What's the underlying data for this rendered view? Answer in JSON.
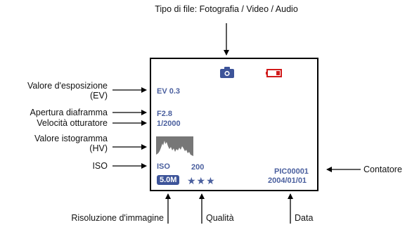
{
  "labels": {
    "file_type": "Tipo di file: Fotografia / Video / Audio",
    "exposure": "Valore d'esposizione\n(EV)",
    "aperture": "Apertura diaframma",
    "shutter": "Velocità otturatore",
    "histogram": "Valore istogramma\n(HV)",
    "iso": "ISO",
    "counter": "Contatore",
    "resolution": "Risoluzione d'immagine",
    "quality": "Qualità",
    "date": "Data"
  },
  "screen": {
    "ev": "EV 0.3",
    "aperture": "F2.8",
    "shutter": "1/2000",
    "iso_label": "ISO",
    "iso_value": "200",
    "resolution": "5.0M",
    "quality_stars": "★★★",
    "counter": "PIC00001",
    "date": "2004/01/01"
  },
  "icons": {
    "mode": "camera-icon",
    "battery": "battery-low-icon"
  },
  "colors": {
    "value_text": "#4a5f9e",
    "badge_bg": "#3d5499",
    "battery": "#d11a1a"
  }
}
